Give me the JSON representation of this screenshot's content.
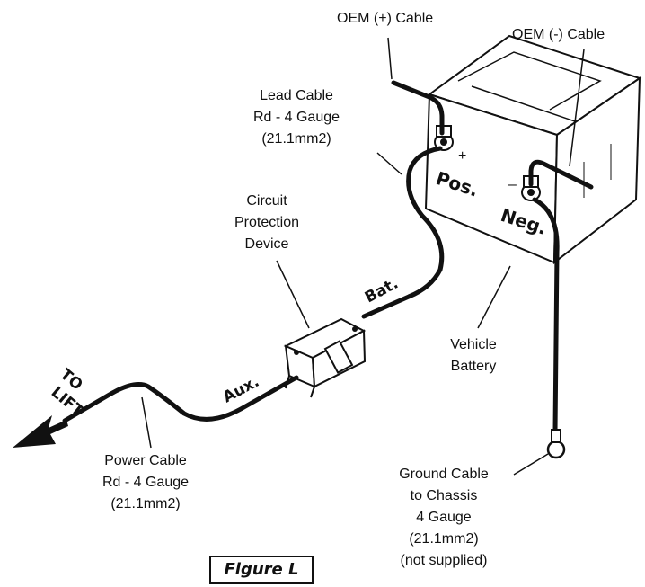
{
  "labels": {
    "oem_pos_cable": "OEM (+) Cable",
    "oem_neg_cable": "OEM (-) Cable",
    "lead_cable": [
      "Lead Cable",
      "Rd - 4 Gauge",
      "(21.1mm2)"
    ],
    "circuit_protection": [
      "Circuit",
      "Protection",
      "Device"
    ],
    "vehicle_battery": [
      "Vehicle",
      "Battery"
    ],
    "power_cable": [
      "Power Cable",
      "Rd - 4 Gauge",
      "(21.1mm2)"
    ],
    "ground_cable": [
      "Ground Cable",
      "to Chassis",
      "4 Gauge",
      "(21.1mm2)",
      "(not supplied)"
    ],
    "to_lift": [
      "TO",
      "LIFT"
    ],
    "bat": "Bat.",
    "aux": "Aux.",
    "pos": "Pos.",
    "neg": "Neg.",
    "plus_sign": "+",
    "minus_sign": "–"
  },
  "figure_caption": "Figure L"
}
